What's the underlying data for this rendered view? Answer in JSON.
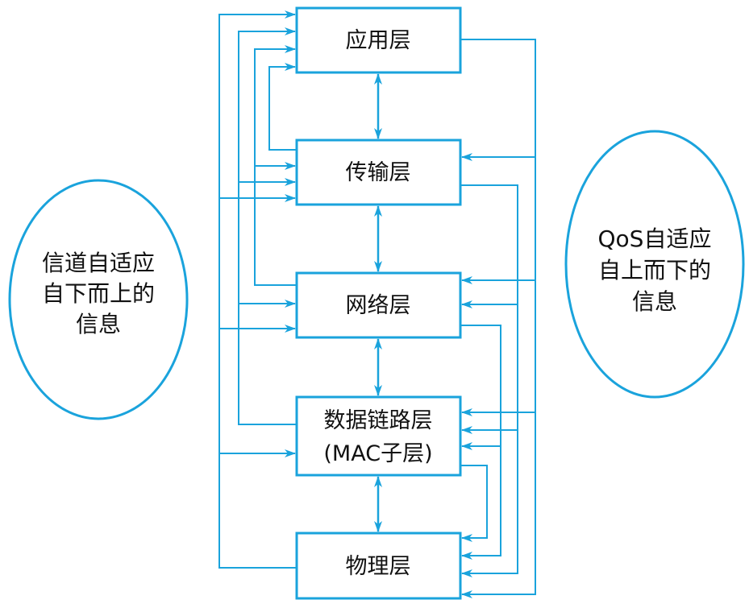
{
  "layers": {
    "application": "应用层",
    "transport": "传输层",
    "network": "网络层",
    "datalink_line1": "数据链路层",
    "datalink_line2": "(MAC子层)",
    "physical": "物理层"
  },
  "left_note": {
    "line1": "信道自适应",
    "line2": "自下而上的",
    "line3": "信息"
  },
  "right_note": {
    "line1": "QoS自适应",
    "line2": "自上而下的",
    "line3": "信息"
  },
  "colors": {
    "accent": "#1aa3dc",
    "text": "#111111"
  }
}
